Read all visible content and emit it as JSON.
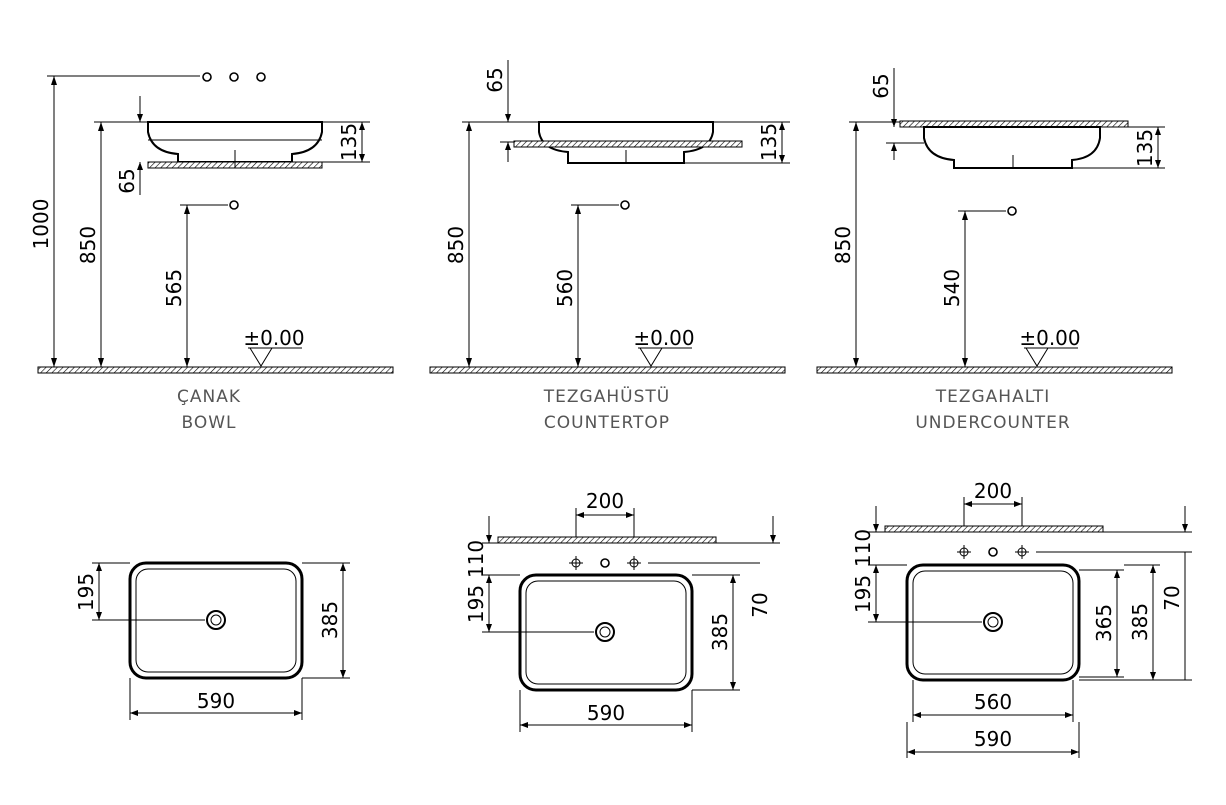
{
  "elevations": {
    "bowl": {
      "caption_tr": "ÇANAK",
      "caption_en": "BOWL",
      "dim_total": "1000",
      "dim_rim": "850",
      "dim_height": "135",
      "dim_counter": "65",
      "dim_drain": "565",
      "level": "±0.00"
    },
    "countertop": {
      "caption_tr": "TEZGAHÜSTÜ",
      "caption_en": "COUNTERTOP",
      "dim_rim": "850",
      "dim_height": "135",
      "dim_counter": "65",
      "dim_drain": "560",
      "level": "±0.00"
    },
    "undercounter": {
      "caption_tr": "TEZGAHALTI",
      "caption_en": "UNDERCOUNTER",
      "dim_rim": "850",
      "dim_height": "135",
      "dim_counter": "65",
      "dim_drain": "540",
      "level": "±0.00"
    }
  },
  "plans": {
    "bowl": {
      "width": "590",
      "depth": "385",
      "drain_offset": "195"
    },
    "countertop": {
      "width": "590",
      "depth": "385",
      "drain_offset": "195",
      "tap_offset": "110",
      "tap_spacing": "200",
      "edge_offset": "70"
    },
    "undercounter": {
      "outer_width": "590",
      "inner_width": "560",
      "outer_depth": "385",
      "inner_depth": "365",
      "drain_offset": "195",
      "tap_offset": "110",
      "tap_spacing": "200",
      "edge_offset": "70"
    }
  }
}
